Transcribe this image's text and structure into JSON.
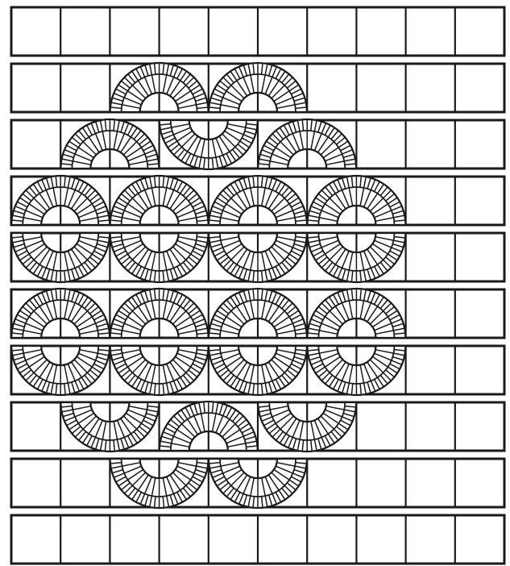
{
  "quilt": {
    "columns": 10,
    "rows": 10,
    "line_color": "#1a1a1a",
    "background": "#ffffff",
    "fan_layout": [
      {
        "row": 1,
        "col": 3,
        "corner": "top"
      },
      {
        "row": 1,
        "col": 5,
        "corner": "top"
      },
      {
        "row": 2,
        "col": 2,
        "corner": "top"
      },
      {
        "row": 2,
        "col": 4,
        "corner": "bottom"
      },
      {
        "row": 2,
        "col": 6,
        "corner": "top"
      },
      {
        "row": 3,
        "col": 1,
        "corner": "top"
      },
      {
        "row": 3,
        "col": 3,
        "corner": "top"
      },
      {
        "row": 3,
        "col": 5,
        "corner": "top"
      },
      {
        "row": 3,
        "col": 7,
        "corner": "top"
      },
      {
        "row": 4,
        "col": 1,
        "corner": "bottom"
      },
      {
        "row": 4,
        "col": 3,
        "corner": "bottom"
      },
      {
        "row": 4,
        "col": 5,
        "corner": "bottom"
      },
      {
        "row": 4,
        "col": 7,
        "corner": "bottom"
      },
      {
        "row": 5,
        "col": 1,
        "corner": "top"
      },
      {
        "row": 5,
        "col": 3,
        "corner": "top"
      },
      {
        "row": 5,
        "col": 5,
        "corner": "top"
      },
      {
        "row": 5,
        "col": 7,
        "corner": "top"
      },
      {
        "row": 6,
        "col": 1,
        "corner": "bottom"
      },
      {
        "row": 6,
        "col": 3,
        "corner": "bottom"
      },
      {
        "row": 6,
        "col": 5,
        "corner": "bottom"
      },
      {
        "row": 6,
        "col": 7,
        "corner": "bottom"
      },
      {
        "row": 7,
        "col": 2,
        "corner": "bottom"
      },
      {
        "row": 7,
        "col": 4,
        "corner": "top"
      },
      {
        "row": 7,
        "col": 6,
        "corner": "bottom"
      },
      {
        "row": 8,
        "col": 3,
        "corner": "bottom"
      },
      {
        "row": 8,
        "col": 5,
        "corner": "bottom"
      }
    ]
  }
}
